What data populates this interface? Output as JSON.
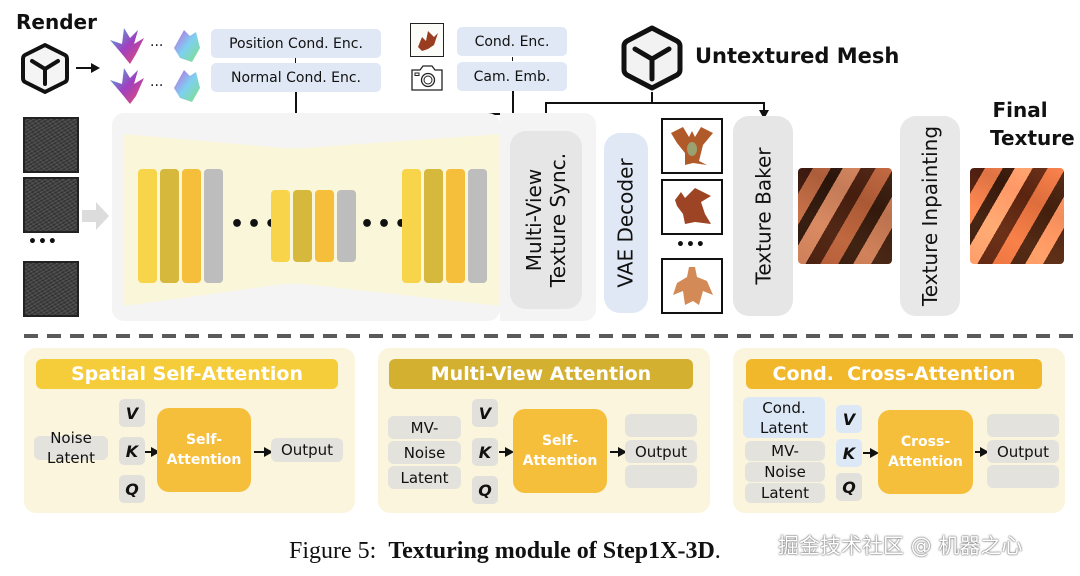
{
  "top": {
    "render_label": "Render",
    "render_icon": "cube-icon",
    "position_enc": "Position Cond. Enc.",
    "normal_enc": "Normal Cond. Enc.",
    "cond_enc": "Cond. Enc.",
    "cam_emb": "Cam. Emb.",
    "cond_image_icon": "dragon-image",
    "camera_icon": "camera-icon",
    "untextured_mesh": "Untextured Mesh",
    "ellipsis": "...",
    "final_texture_line1": "Final",
    "final_texture_line2": "Texture"
  },
  "pipeline": {
    "noise_ellipsis": "•••",
    "unet_dots": "•••",
    "mv_sync_line1": "Multi-View",
    "mv_sync_line2": "Texture Sync.",
    "vae_decoder": "VAE Decoder",
    "view_ellipsis": "•••",
    "texture_baker": "Texture Baker",
    "texture_inpainting": "Texture Inpainting"
  },
  "panels": [
    {
      "title": "Spatial Self-Attention",
      "inputs": [
        "Noise Latent"
      ],
      "v": "V",
      "k": "K",
      "q": "Q",
      "block_line1": "Self-",
      "block_line2": "Attention",
      "output": "Output"
    },
    {
      "title": "Multi-View Attention",
      "inputs": [
        "MV-",
        "Noise",
        "Latent"
      ],
      "v": "V",
      "k": "K",
      "q": "Q",
      "block_line1": "Self-",
      "block_line2": "Attention",
      "output": "Output"
    },
    {
      "title": "Cond.  Cross-Attention",
      "cond_input_line1": "Cond.",
      "cond_input_line2": "Latent",
      "inputs": [
        "MV-",
        "Noise",
        "Latent"
      ],
      "v": "V",
      "k": "K",
      "q": "Q",
      "block_line1": "Cross-",
      "block_line2": "Attention",
      "output": "Output"
    }
  ],
  "caption": {
    "prefix": "Figure 5:",
    "text": "Texturing module of Step1X-3D",
    "suffix": "."
  },
  "watermark": "掘金技术社区 @ 机器之心",
  "colors": {
    "yellow_light": "#f7d44a",
    "yellow_olive": "#d6b93c",
    "yellow_orange": "#f5bf3c",
    "gray_bar": "#bdbdbd",
    "enc_blue": "#dfe8f4",
    "panel_bg": "#faf5dc",
    "head_spatial": "#f5cc3a",
    "head_mv": "#d4b030",
    "head_cross": "#f2b82c"
  }
}
